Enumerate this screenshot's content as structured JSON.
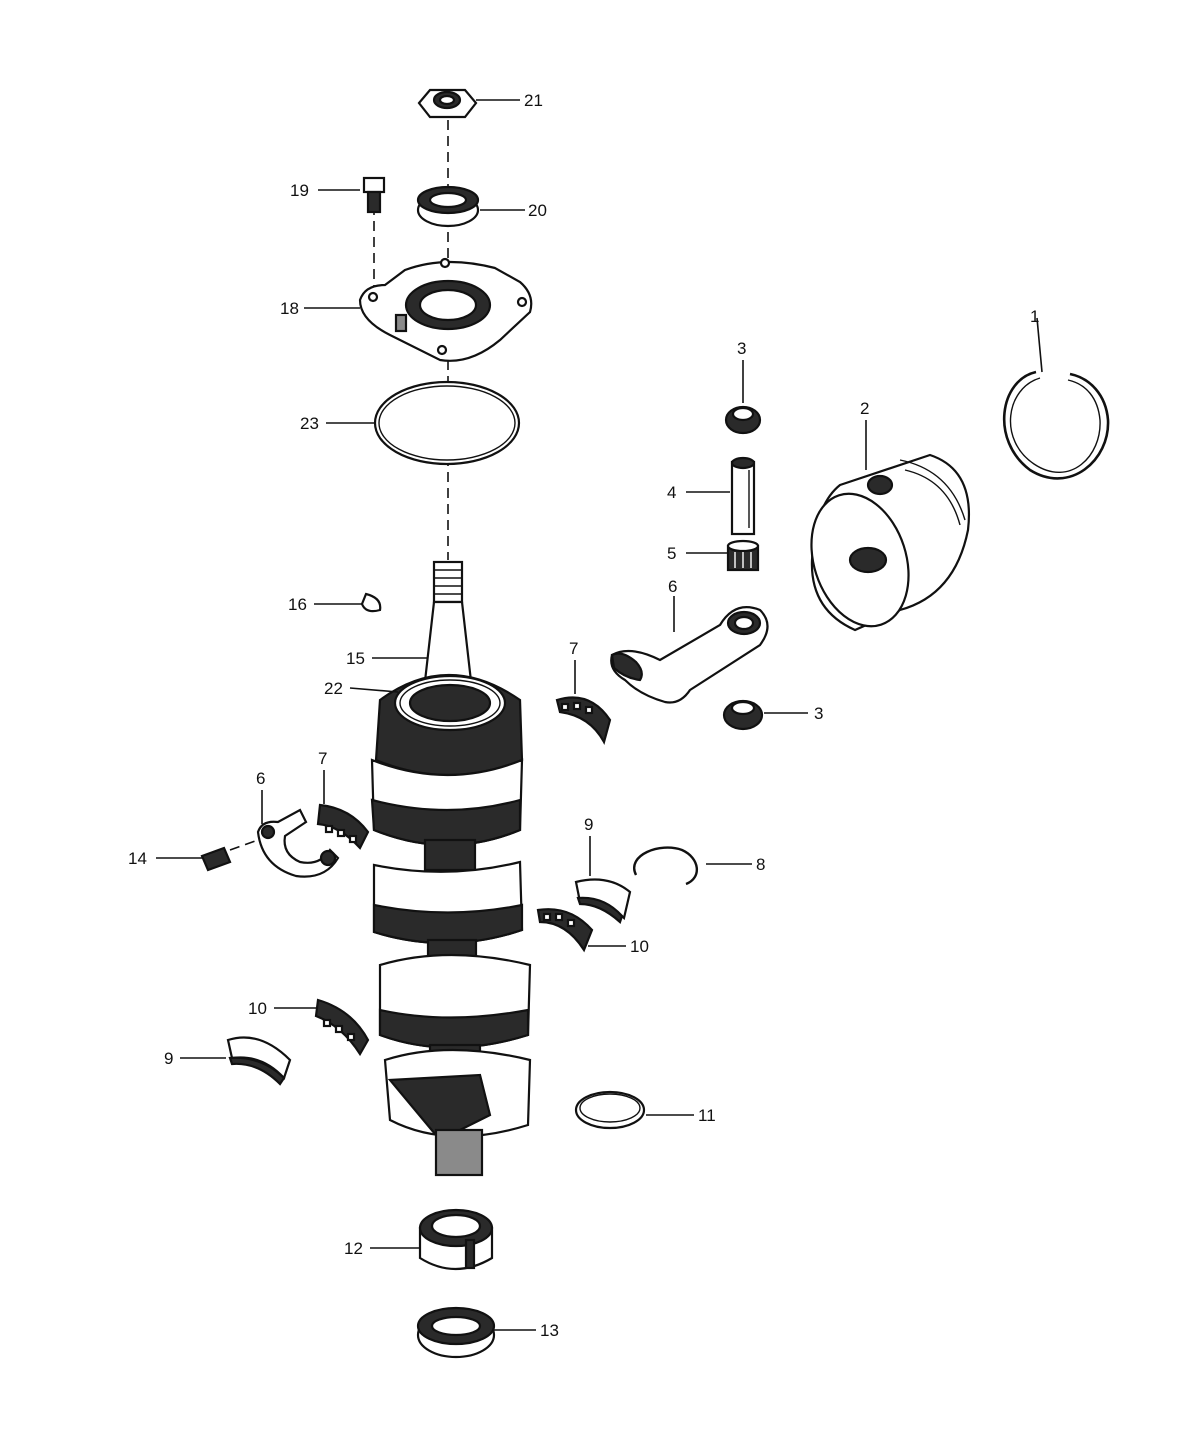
{
  "colors": {
    "ink": "#111111",
    "paper": "#ffffff",
    "shade": "#2a2a2a",
    "mid": "#8a8a8a"
  },
  "callouts": [
    {
      "id": "c21",
      "text": "21"
    },
    {
      "id": "c19",
      "text": "19"
    },
    {
      "id": "c20",
      "text": "20"
    },
    {
      "id": "c18",
      "text": "18"
    },
    {
      "id": "c1",
      "text": "1"
    },
    {
      "id": "c3a",
      "text": "3"
    },
    {
      "id": "c2",
      "text": "2"
    },
    {
      "id": "c23",
      "text": "23"
    },
    {
      "id": "c4",
      "text": "4"
    },
    {
      "id": "c5",
      "text": "5"
    },
    {
      "id": "c16",
      "text": "16"
    },
    {
      "id": "c6a",
      "text": "6"
    },
    {
      "id": "c15",
      "text": "15"
    },
    {
      "id": "c7a",
      "text": "7"
    },
    {
      "id": "c22",
      "text": "22"
    },
    {
      "id": "c3b",
      "text": "3"
    },
    {
      "id": "c6b",
      "text": "6"
    },
    {
      "id": "c7b",
      "text": "7"
    },
    {
      "id": "c9a",
      "text": "9"
    },
    {
      "id": "c14",
      "text": "14"
    },
    {
      "id": "c8",
      "text": "8"
    },
    {
      "id": "c10a",
      "text": "10"
    },
    {
      "id": "c10b",
      "text": "10"
    },
    {
      "id": "c9b",
      "text": "9"
    },
    {
      "id": "c11",
      "text": "11"
    },
    {
      "id": "c12",
      "text": "12"
    },
    {
      "id": "c13",
      "text": "13"
    }
  ]
}
